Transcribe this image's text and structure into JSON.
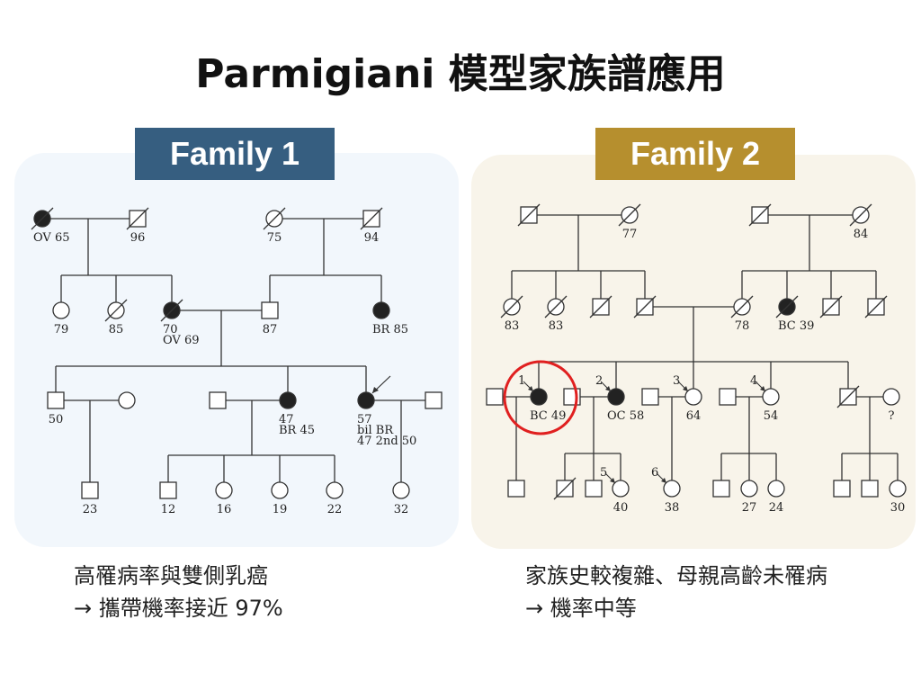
{
  "title": "Parmigiani 模型家族譜應用",
  "family1": {
    "badge": "Family 1",
    "people": [
      [
        "OV 65"
      ],
      [
        "96"
      ],
      [
        "75"
      ],
      [
        "94"
      ],
      [
        "79"
      ],
      [
        "85"
      ],
      [
        "70",
        "OV 69"
      ],
      [
        "87"
      ],
      [
        "BR 85"
      ],
      [
        "50"
      ],
      [],
      [],
      [
        "47",
        "BR 45"
      ],
      [
        "57",
        "bil BR",
        "47 2nd 50"
      ],
      [],
      [
        "23"
      ],
      [
        "12"
      ],
      [
        "16"
      ],
      [
        "19"
      ],
      [
        "22"
      ],
      [
        "32"
      ]
    ],
    "caption": [
      "高罹病率與雙側乳癌",
      "→ 攜帶機率接近 97%"
    ]
  },
  "family2": {
    "badge": "Family 2",
    "people": [
      [],
      [
        "77"
      ],
      [],
      [
        "84"
      ],
      [
        "83"
      ],
      [
        "83"
      ],
      [],
      [],
      [
        "78"
      ],
      [
        "BC 39"
      ],
      [],
      [],
      [],
      [
        "BC 49"
      ],
      [],
      [
        "OC 58"
      ],
      [],
      [
        "64"
      ],
      [],
      [
        "54"
      ],
      [],
      [
        "?"
      ],
      [],
      [],
      [],
      [
        "40"
      ],
      [
        "38"
      ],
      [],
      [
        "27"
      ],
      [
        "24"
      ],
      [],
      [],
      [
        "30"
      ]
    ],
    "markers": [
      "1",
      "2",
      "3",
      "4",
      "5",
      "6"
    ],
    "caption": [
      "家族史較複雜、母親高齡未罹病",
      "→ 機率中等"
    ]
  },
  "colors": {
    "family1": "#365e80",
    "family2": "#b68f2e",
    "highlight": "#e02020"
  }
}
